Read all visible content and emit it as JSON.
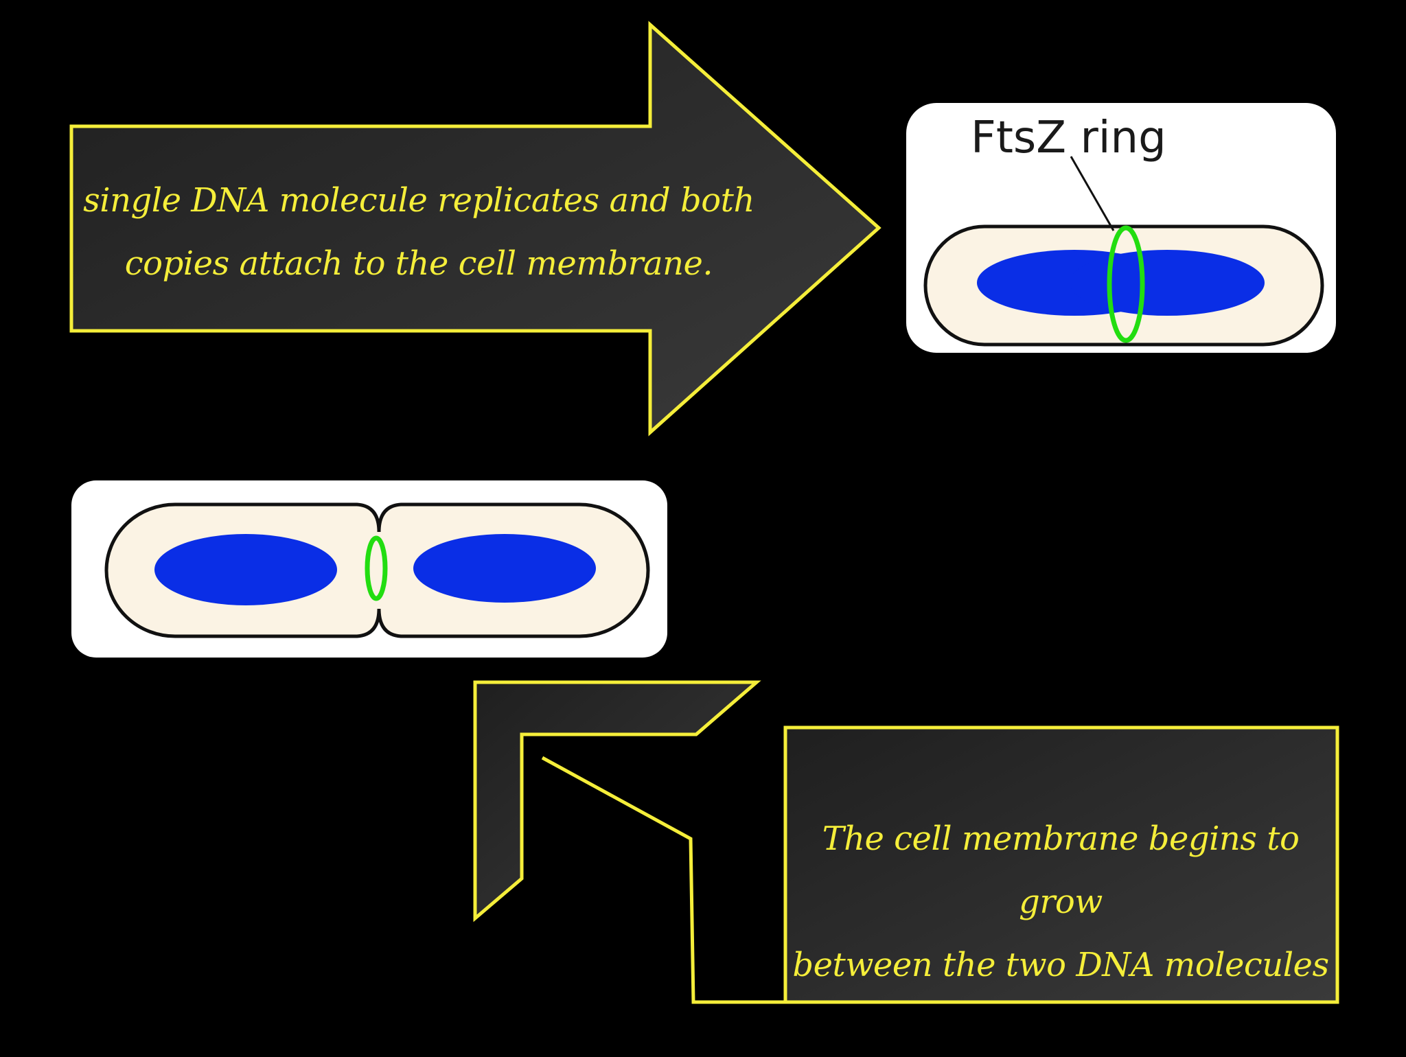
{
  "colors": {
    "background": "#000000",
    "callout_outline": "#f5ee3a",
    "callout_fill": "#2a2a2a",
    "caption_text": "#f5ee3a",
    "panel_fill": "#ffffff",
    "cell_fill": "#fbf3e4",
    "cell_outline": "#111111",
    "dna": "#0a2ee6",
    "ftsz_ring": "#22dd11"
  },
  "arrow_callout": {
    "line1": "single DNA molecule replicates and both",
    "line2": "copies attach to the cell membrane."
  },
  "top_cell_panel": {
    "label": "FtsZ ring"
  },
  "box_callout": {
    "line1": "The cell membrane begins to grow",
    "line2": "between the two DNA molecules"
  }
}
